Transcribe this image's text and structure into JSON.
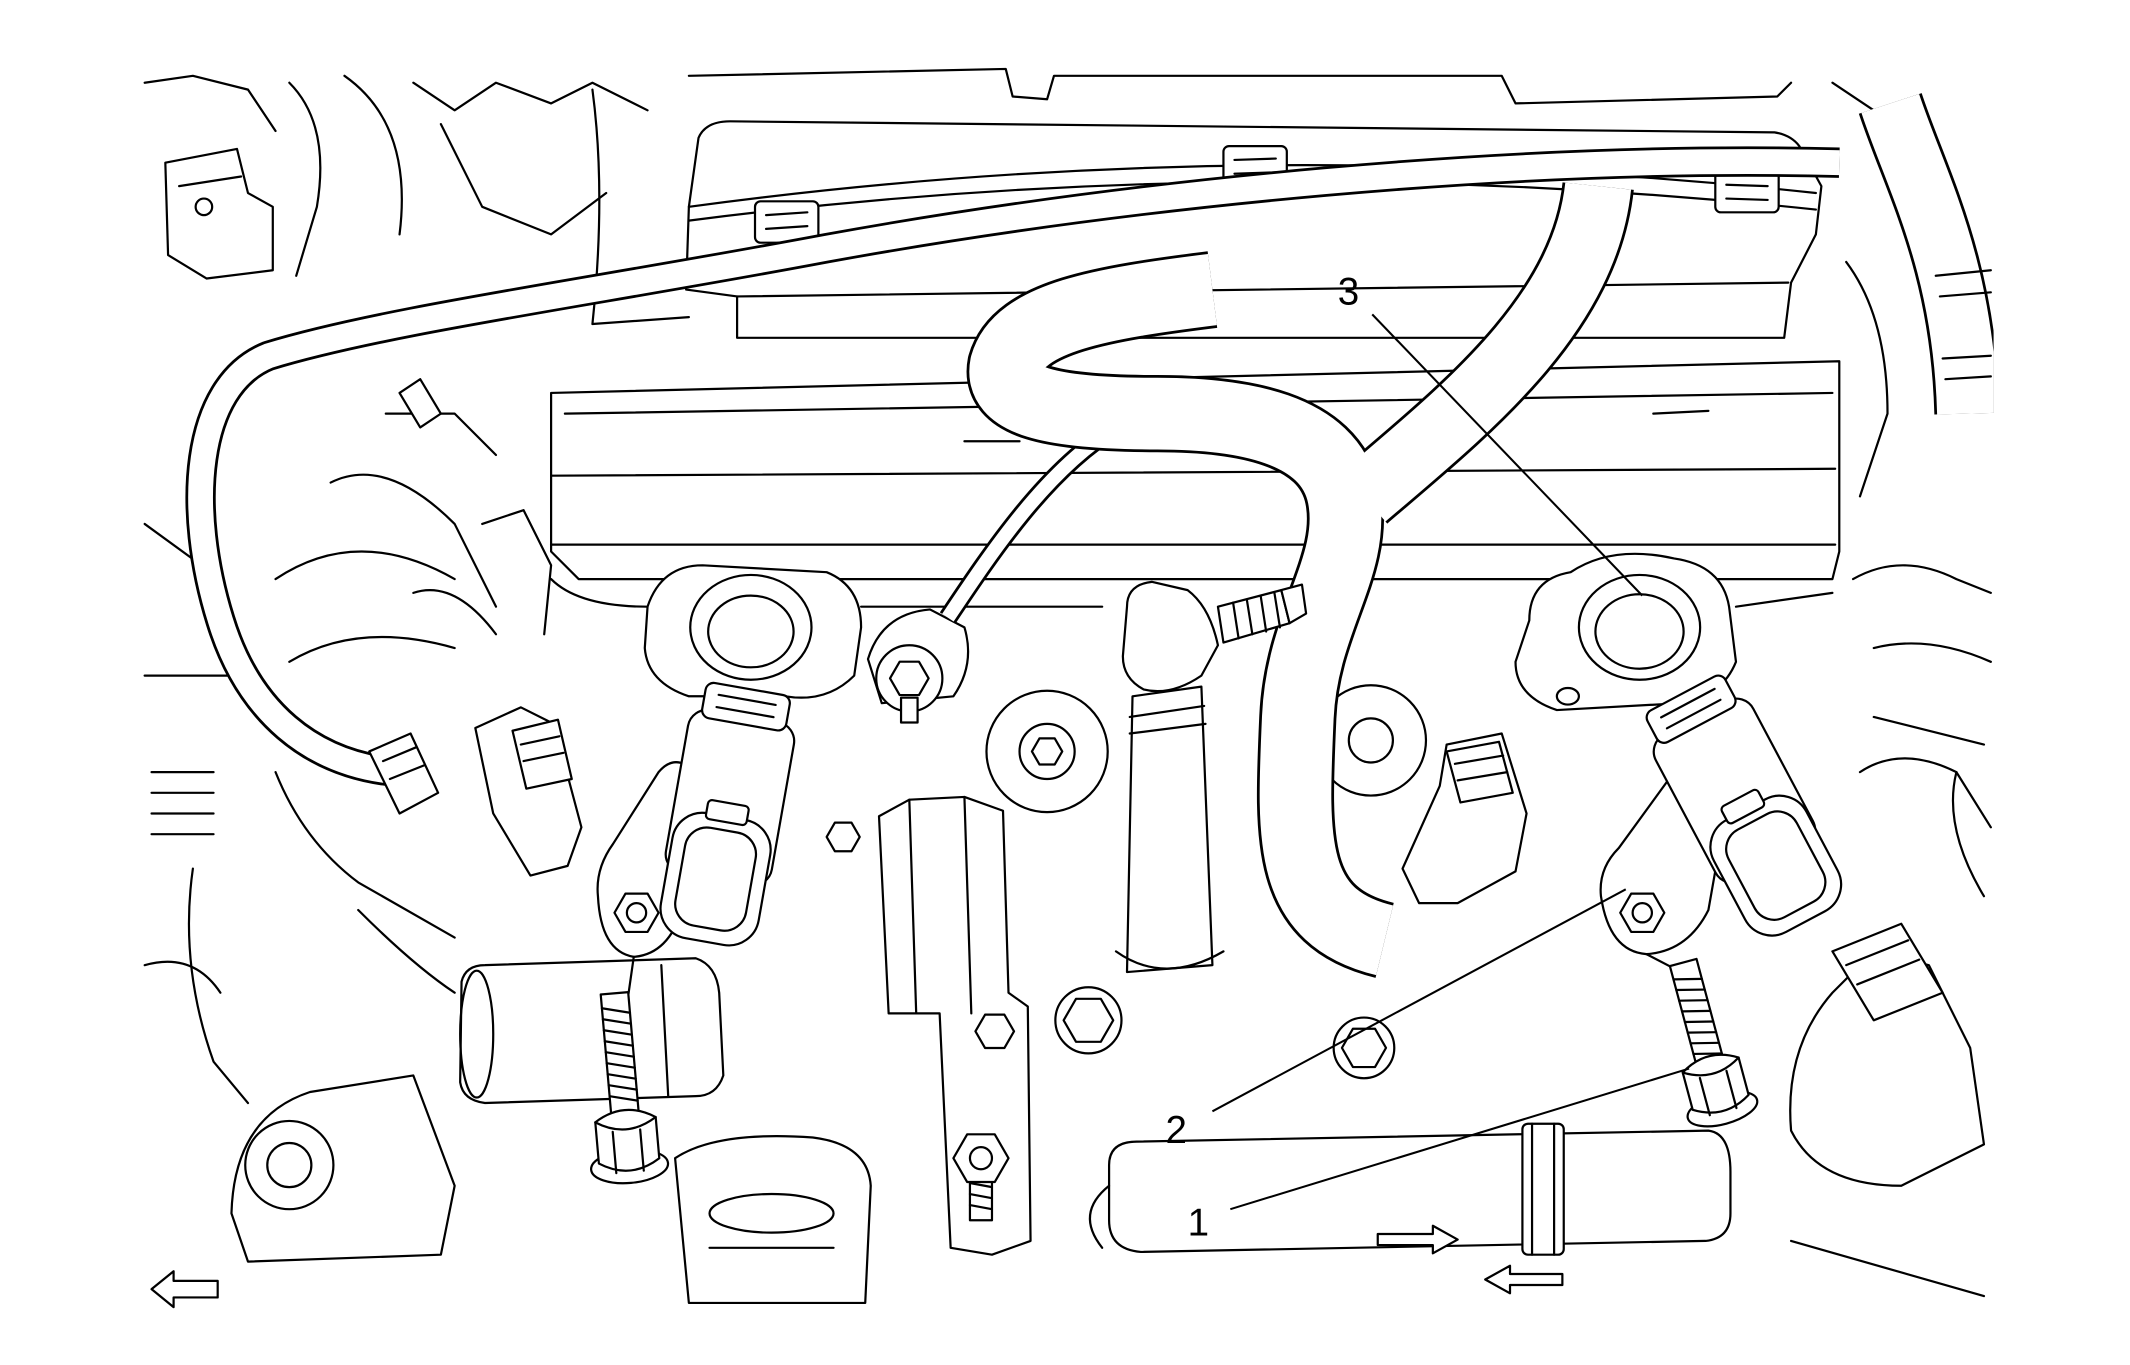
{
  "callouts": [
    {
      "label": "1"
    },
    {
      "label": "2"
    },
    {
      "label": "3"
    }
  ],
  "icons": {
    "orientation_arrow": "left-arrow-icon"
  },
  "colors": {
    "line": "#000000",
    "background": "#ffffff"
  }
}
